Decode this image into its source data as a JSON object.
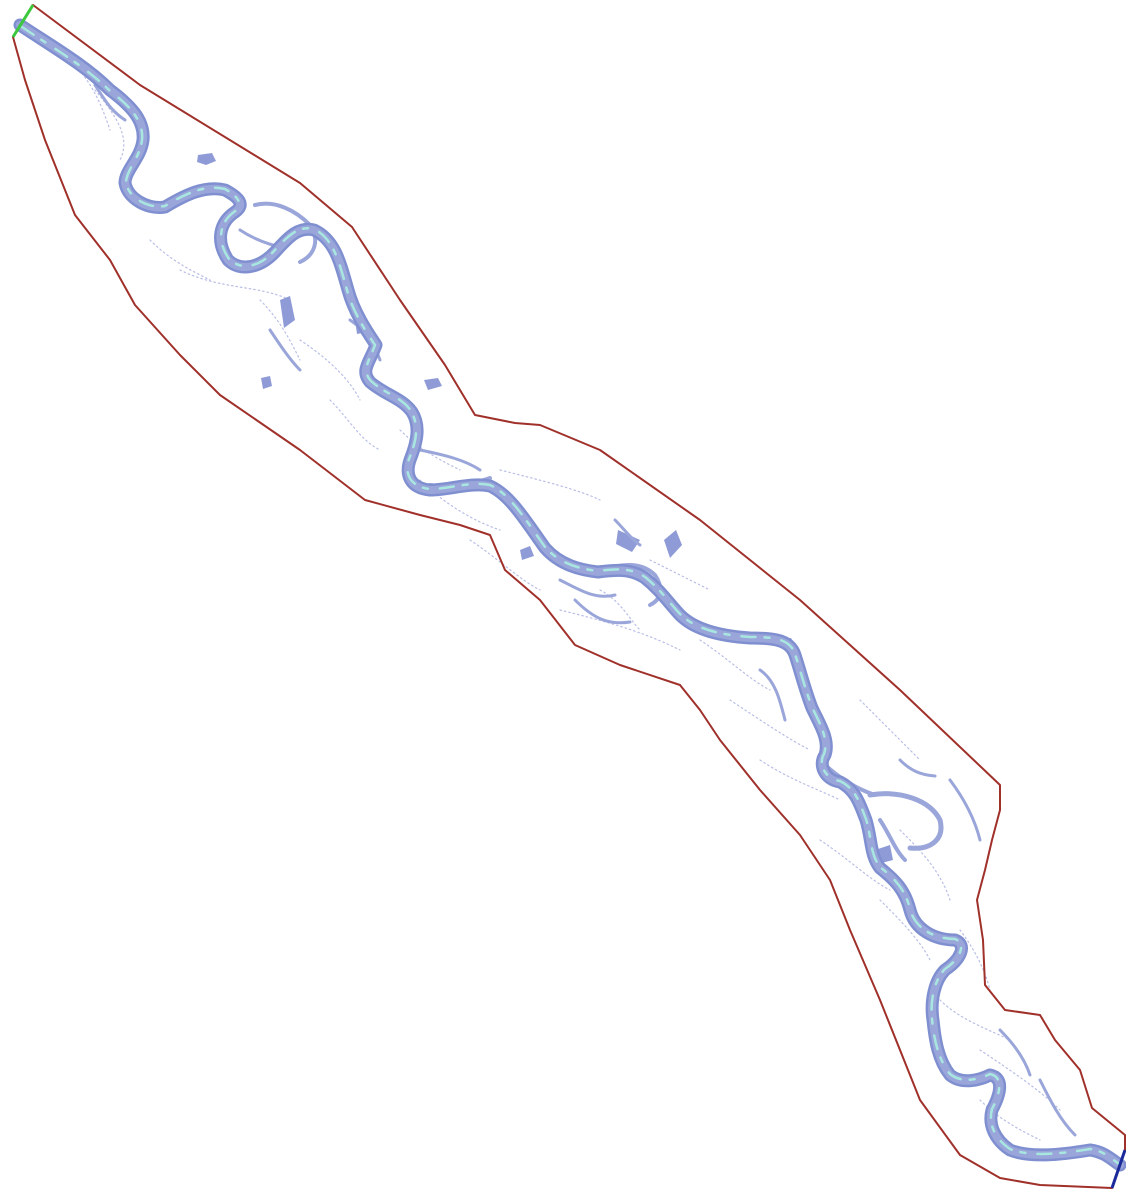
{
  "map": {
    "colors": {
      "background": "#ffffff",
      "model_boundary": "#a0302a",
      "inflow_boundary": "#3cc83c",
      "outflow_boundary": "#1a2a9a",
      "channel_deep": "#9aa6da",
      "channel_shallow": "#a8e6e0",
      "channel_edge": "#7f8fd0",
      "pond": "#8f9bd6",
      "scroll_trace": "#b8bee6"
    },
    "layers": [
      "model-boundary",
      "main-river-channel",
      "side-channels",
      "floodplain-ponds",
      "scroll-traces",
      "inflow-boundary",
      "outflow-boundary"
    ]
  }
}
